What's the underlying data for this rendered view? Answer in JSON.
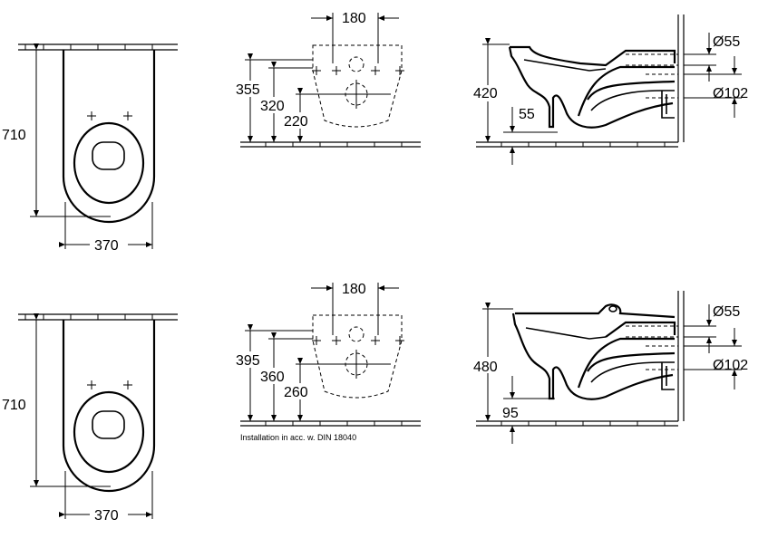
{
  "top_row": {
    "plan": {
      "length": "710",
      "width": "370"
    },
    "front": {
      "hole_spacing": "180",
      "h1": "355",
      "h2": "320",
      "h3": "220"
    },
    "side": {
      "height": "420",
      "floor_gap": "55",
      "pipe_small": "Ø55",
      "pipe_large": "Ø102"
    }
  },
  "bottom_row": {
    "plan": {
      "length": "710",
      "width": "370"
    },
    "front": {
      "hole_spacing": "180",
      "h1": "395",
      "h2": "360",
      "h3": "260",
      "note": "Installation in acc. w. DIN 18040"
    },
    "side": {
      "height": "480",
      "floor_gap": "95",
      "pipe_small": "Ø55",
      "pipe_large": "Ø102"
    }
  }
}
